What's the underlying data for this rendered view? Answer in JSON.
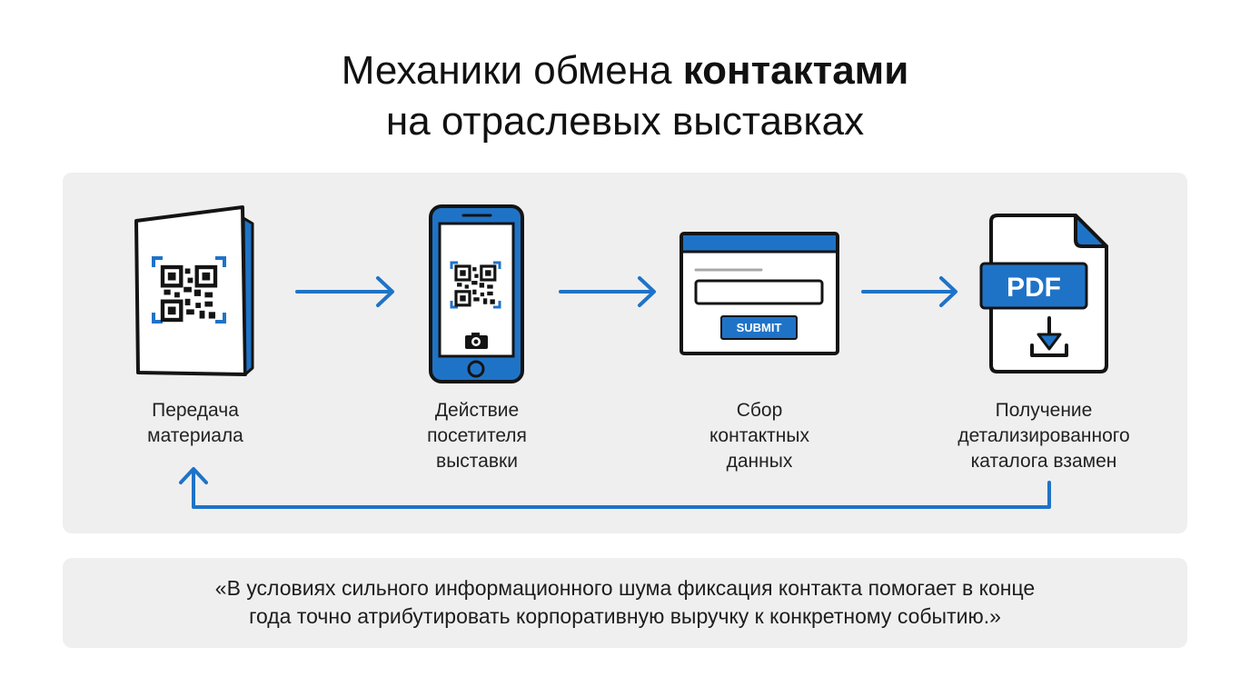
{
  "title": {
    "line1_regular": "Механики обмена ",
    "line1_bold": "контактами",
    "line2": "на отраслевых выставках"
  },
  "steps": [
    {
      "icon": "brochure-qr-icon",
      "line1": "Передача",
      "line2": "материала",
      "line3": ""
    },
    {
      "icon": "phone-scan-icon",
      "line1": "Действие",
      "line2": "посетителя",
      "line3": "выставки"
    },
    {
      "icon": "web-form-icon",
      "line1": "Сбор",
      "line2": "контактных",
      "line3": "данных"
    },
    {
      "icon": "pdf-download-icon",
      "line1": "Получение",
      "line2": "детализированного",
      "line3": "каталога взамен"
    }
  ],
  "form": {
    "submit_label": "SUBMIT"
  },
  "pdf": {
    "label": "PDF"
  },
  "quote": {
    "line1": "«В условиях сильного информационного шума фиксация контакта помогает в конце",
    "line2": "года точно атрибутировать корпоративную выручку к конкретному событию.»"
  },
  "colors": {
    "accent": "#1f73c7",
    "dark": "#141414",
    "panel": "#efefef",
    "background": "#ffffff"
  }
}
